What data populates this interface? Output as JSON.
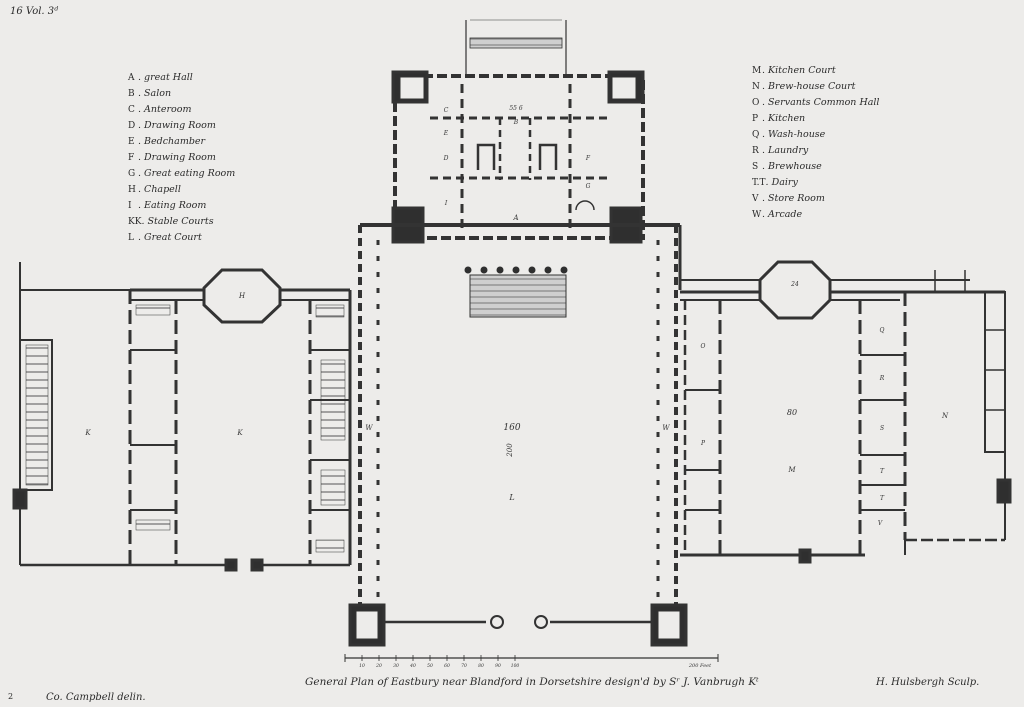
{
  "plate_number": "16 Vol. 3ᵈ",
  "legend_left": [
    {
      "key": "A",
      "label": "great Hall"
    },
    {
      "key": "B",
      "label": "Salon"
    },
    {
      "key": "C",
      "label": "Anteroom"
    },
    {
      "key": "D",
      "label": "Drawing Room"
    },
    {
      "key": "E",
      "label": "Bedchamber"
    },
    {
      "key": "F",
      "label": "Drawing Room"
    },
    {
      "key": "G",
      "label": "Great eating Room"
    },
    {
      "key": "H",
      "label": "Chapell"
    },
    {
      "key": "I",
      "label": "Eating Room"
    },
    {
      "key": "KK",
      "label": "Stable Courts"
    },
    {
      "key": "L",
      "label": "Great Court"
    }
  ],
  "legend_right": [
    {
      "key": "M",
      "label": "Kitchen Court"
    },
    {
      "key": "N",
      "label": "Brew-house Court"
    },
    {
      "key": "O",
      "label": "Servants Common Hall"
    },
    {
      "key": "P",
      "label": "Kitchen"
    },
    {
      "key": "Q",
      "label": "Wash-house"
    },
    {
      "key": "R",
      "label": "Laundry"
    },
    {
      "key": "S",
      "label": "Brewhouse"
    },
    {
      "key": "T.T",
      "label": "Dairy"
    },
    {
      "key": "V",
      "label": "Store Room"
    },
    {
      "key": "W",
      "label": "Arcade"
    }
  ],
  "plan_labels": {
    "court_L": "L",
    "court_L_width": "160",
    "court_L_depth": "200",
    "kitchen_court": "M",
    "kitchen_court_width": "80",
    "brewhouse_court": "N",
    "stable_court_1": "K",
    "stable_court_2": "K",
    "chapel": "H",
    "hall": "A",
    "salon_dim": "55 6",
    "arcade_left": "W",
    "arcade_right": "W",
    "octagon_right": "24",
    "room_P": "P",
    "room_Q": "Q",
    "room_R": "R",
    "room_S": "S",
    "room_T1": "T",
    "room_T2": "T",
    "room_V": "V",
    "room_O": "O",
    "room_G": "G",
    "room_E": "E",
    "room_C": "C",
    "room_D": "D",
    "room_F": "F",
    "room_B": "B",
    "room_I": "I"
  },
  "scale": {
    "ticks": [
      "10",
      "20",
      "30",
      "40",
      "50",
      "60",
      "70",
      "80",
      "90",
      "100"
    ],
    "unit": "200 Feet"
  },
  "caption": "General Plan of Eastbury near Blandford in Dorsetshire design'd by Sʳ J. Vanbrugh Kᵗ",
  "delineator": "Co. Campbell delin.",
  "engraver": "H. Hulsbergh Sculp.",
  "corner_mark": "2"
}
